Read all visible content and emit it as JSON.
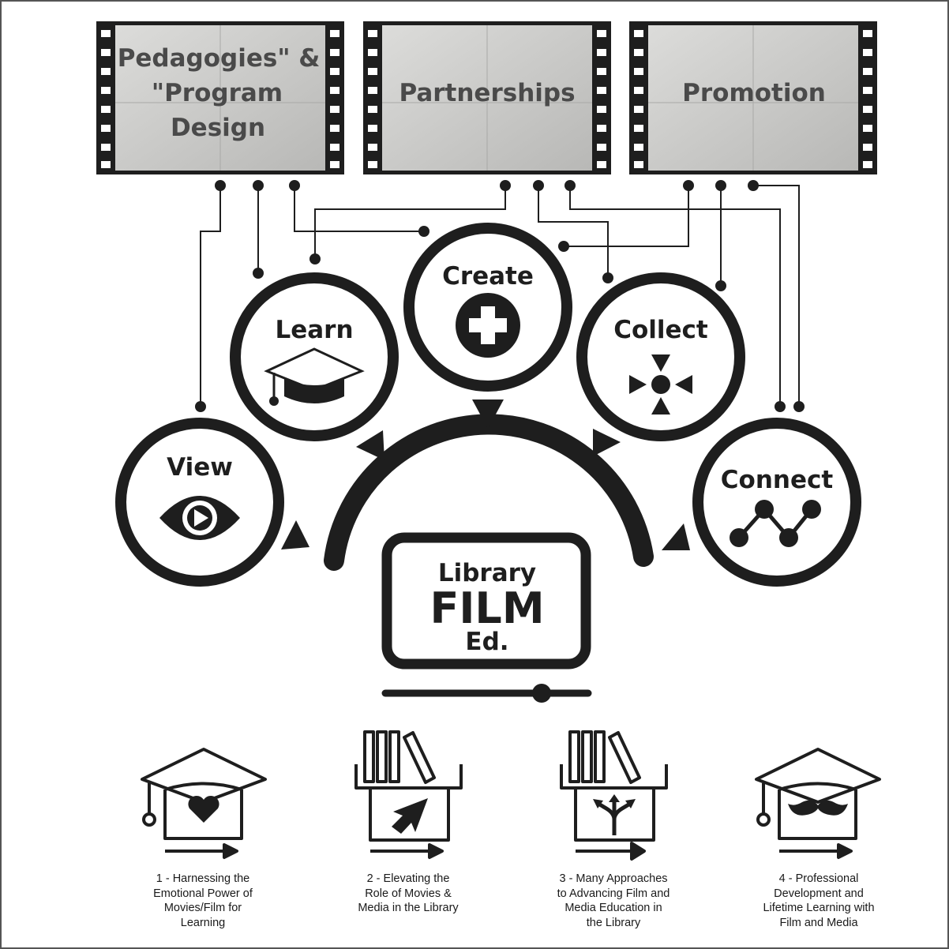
{
  "film_frames": [
    {
      "id": "pedagogies",
      "lines": [
        "Pedagogies\" &",
        "\"Program",
        "Design"
      ]
    },
    {
      "id": "partnerships",
      "lines": [
        "Partnerships"
      ]
    },
    {
      "id": "promotion",
      "lines": [
        "Promotion"
      ]
    }
  ],
  "circles": [
    {
      "id": "view",
      "label": "View",
      "icon": "eye-play-icon"
    },
    {
      "id": "learn",
      "label": "Learn",
      "icon": "graduation-cap-icon"
    },
    {
      "id": "create",
      "label": "Create",
      "icon": "plus-circle-icon"
    },
    {
      "id": "collect",
      "label": "Collect",
      "icon": "collect-arrows-icon"
    },
    {
      "id": "connect",
      "label": "Connect",
      "icon": "connect-graph-icon"
    }
  ],
  "center": {
    "line1": "Library",
    "line2": "FILM",
    "line3": "Ed."
  },
  "captions": [
    {
      "icon": "graduation-cap-heart-icon",
      "lines": [
        "1 -  Harnessing the",
        "Emotional Power of",
        "Movies/Film for",
        "Learning"
      ]
    },
    {
      "icon": "books-cursor-icon",
      "lines": [
        "2 -  Elevating the",
        "Role of Movies &",
        "Media in the Library"
      ]
    },
    {
      "icon": "books-branching-arrows-icon",
      "lines": [
        "3 -  Many Approaches",
        "to Advancing Film and",
        "Media Education in",
        "the Library"
      ]
    },
    {
      "icon": "graduation-cap-mustache-icon",
      "lines": [
        "4 -  Professional",
        "Development and",
        "Lifetime Learning with",
        "Film and Media"
      ]
    }
  ],
  "colors": {
    "ink": "#1e1e1e",
    "frame_gray": "#c9c9c7",
    "frame_text": "#4a4a4a"
  }
}
